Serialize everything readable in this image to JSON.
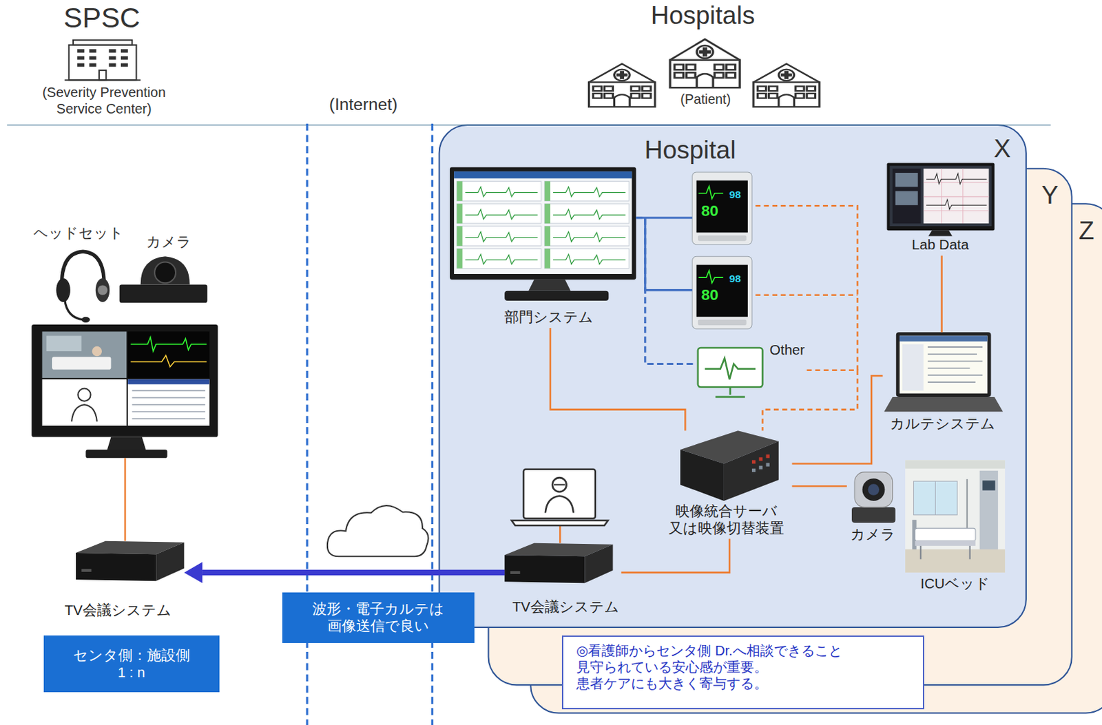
{
  "diagram": {
    "nodes": [
      {
        "text": [
          "SPSC",
          "(Severity Prevention Service Center)"
        ]
      },
      {
        "text": [
          "Hospitals",
          "(Patient)"
        ]
      },
      {
        "text": [
          "Z"
        ]
      },
      {
        "text": [
          "Y"
        ]
      },
      {
        "text": [
          "Hospital",
          "X"
        ]
      },
      {
        "text": [
          "部門システム"
        ],
        "in": 4
      },
      {
        "text": [
          "Other"
        ],
        "in": 4
      },
      {
        "text": [
          "Lab Data"
        ],
        "in": 4
      },
      {
        "text": [
          "カルテシステム"
        ],
        "in": 4
      },
      {
        "text": [
          "映像統合サーバ 又は映像切替装置"
        ],
        "in": 4
      },
      {
        "text": [
          "カメラ"
        ],
        "in": 4
      },
      {
        "text": [
          "ICUベッド"
        ],
        "in": 4
      },
      {
        "text": [
          "TV会議システム"
        ],
        "in": 4
      },
      {
        "text": [
          "波形・電子カルテは 画像送信で良い"
        ]
      },
      {
        "text": [
          "TV会議システム"
        ]
      },
      {
        "text": [
          "センタ側：施設側 1 : n"
        ]
      },
      {
        "text": [
          "◎看護師からセンタ側 Dr.へ相談できること 見守られている安心感が重要。 患者ケアにも大きく寄与する。"
        ]
      }
    ],
    "edges": [
      {
        "from": 5,
        "to": 6,
        "arrow": "none"
      },
      {
        "from": 5,
        "to": 9,
        "arrow": "none"
      },
      {
        "from": 6,
        "to": 9,
        "arrow": "none"
      },
      {
        "from": 7,
        "to": 8,
        "arrow": "none"
      },
      {
        "from": 8,
        "to": 9,
        "arrow": "none"
      },
      {
        "from": 10,
        "to": 9,
        "arrow": "none"
      },
      {
        "from": 9,
        "to": 12,
        "arrow": "none"
      },
      {
        "from": 12,
        "to": 14,
        "arrow": "to"
      }
    ],
    "labels": [
      "(Internet)",
      "ヘッドセット",
      "カメラ",
      "80",
      "98",
      "80",
      "98"
    ]
  }
}
